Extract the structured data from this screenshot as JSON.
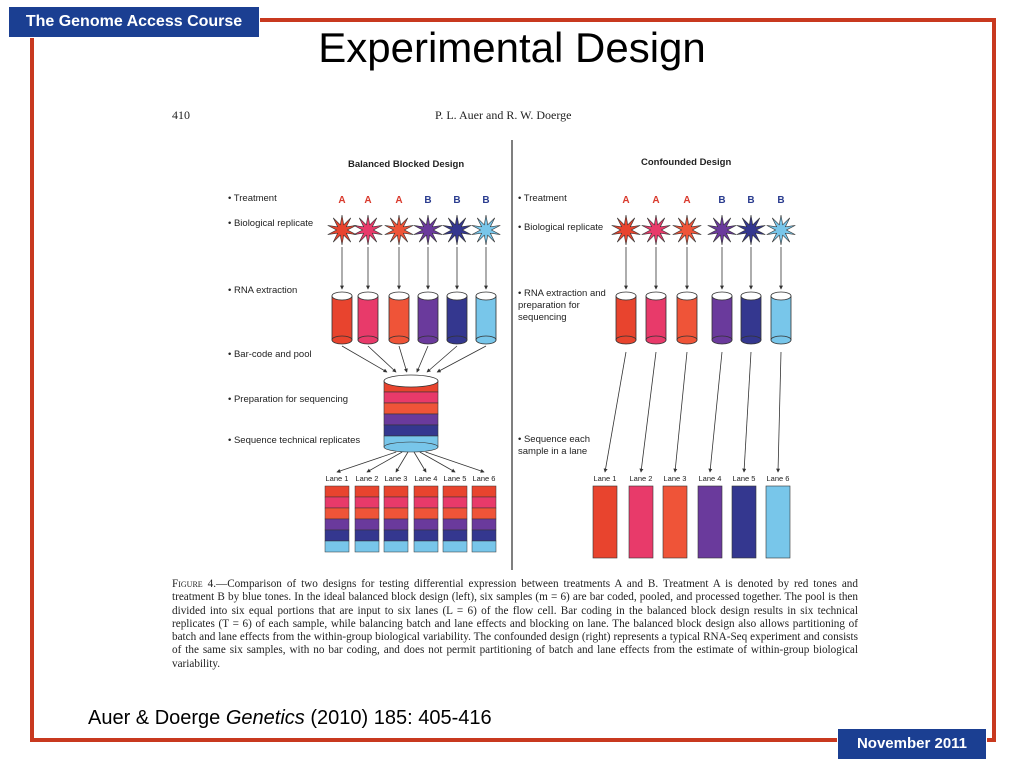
{
  "header_tag": "The Genome Access Course",
  "title": "Experimental Design",
  "footer_tag": "November 2011",
  "citation": {
    "authors": "Auer & Doerge ",
    "journal": "Genetics",
    "details": " (2010) 185: 405-416"
  },
  "figure": {
    "page_number": "410",
    "page_authors": "P. L. Auer and R. W. Doerge",
    "left_panel": {
      "title": "Balanced Blocked Design",
      "steps": [
        "• Treatment",
        "• Biological replicate",
        "• RNA extraction",
        "• Bar-code and pool",
        "• Preparation for sequencing",
        "• Sequence technical replicates"
      ]
    },
    "right_panel": {
      "title": "Confounded Design",
      "steps": [
        "• Treatment",
        "• Biological replicate",
        "• RNA extraction and\npreparation for\nsequencing",
        "• Sequence each\nsample in a lane"
      ]
    },
    "treatments": [
      "A",
      "A",
      "A",
      "B",
      "B",
      "B"
    ],
    "lanes": [
      "Lane 1",
      "Lane 2",
      "Lane 3",
      "Lane 4",
      "Lane 5",
      "Lane 6"
    ],
    "sample_colors": [
      "#e8442e",
      "#e83a6a",
      "#ef5438",
      "#6a3a9c",
      "#34378f",
      "#78c6ea"
    ],
    "treatment_colors": {
      "A": "#d9382b",
      "B": "#2a3c8f"
    },
    "caption": {
      "label": "Figure 4.",
      "text": "—Comparison of two designs for testing differential expression between treatments A and B. Treatment A is denoted by red tones and treatment B by blue tones. In the ideal balanced block design (left), six samples (m = 6) are bar coded, pooled, and processed together. The pool is then divided into six equal portions that are input to six lanes (L = 6) of the flow cell. Bar coding in the balanced block design results in six technical replicates (T = 6) of each sample, while balancing batch and lane effects and blocking on lane. The balanced block design also allows partitioning of batch and lane effects from the within-group biological variability. The confounded design (right) represents a typical RNA-Seq experiment and consists of the same six samples, with no bar coding, and does not permit partitioning of batch and lane effects from the estimate of within-group biological variability."
    }
  }
}
